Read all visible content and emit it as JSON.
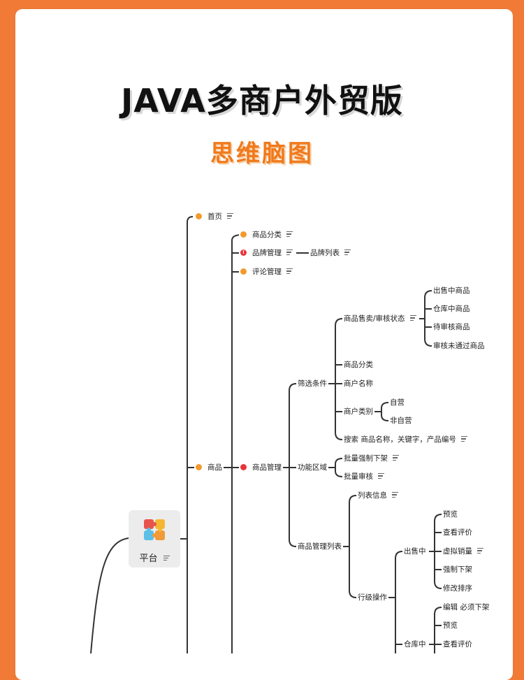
{
  "title": "JAVA多商户外贸版",
  "subtitle": "思维脑图",
  "root": {
    "label": "平台",
    "icon": "puzzle-icon"
  },
  "nodes": {
    "home": "首页",
    "goods": "商品",
    "category": "商品分类",
    "brand": "品牌管理",
    "brand_list": "品牌列表",
    "comment": "评论管理",
    "goods_manage": "商品管理",
    "filter": "筛选条件",
    "sale_status": "商品售卖/审核状态",
    "on_sale": "出售中商品",
    "in_warehouse": "仓库中商品",
    "pending": "待审核商品",
    "rejected": "审核未通过商品",
    "filter_category": "商品分类",
    "merchant_name": "商户名称",
    "merchant_type": "商户类别",
    "self_run": "自营",
    "non_self_run": "非自营",
    "search": "搜索 商品名称，关键字，产品编号",
    "function_area": "功能区域",
    "batch_off": "批量强制下架",
    "batch_review": "批量审核",
    "goods_list": "商品管理列表",
    "list_info": "列表信息",
    "row_ops": "行级操作",
    "selling": "出售中",
    "preview": "预览",
    "view_comments": "查看评价",
    "fake_sales": "虚拟销量",
    "force_off": "强制下架",
    "edit_sort": "修改排序",
    "warehouse": "仓库中",
    "edit_must_off": "编辑 必须下架",
    "preview2": "预览",
    "view_comments2": "查看评价"
  },
  "colors": {
    "background": "#f07a36",
    "accent": "#f07a1c",
    "dot_orange": "#f29a2e",
    "dot_red": "#e8353c",
    "line": "#333333"
  }
}
